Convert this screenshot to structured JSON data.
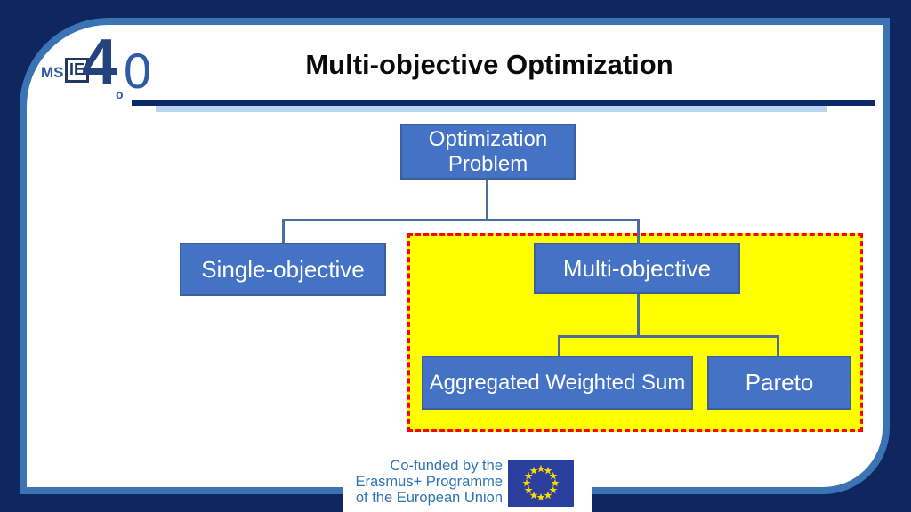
{
  "frame": {
    "background_color": "#10265e",
    "border_color": "#3a74b4"
  },
  "logo": {
    "ms": "MS",
    "ie": "IE",
    "four": "4",
    "sub_o": "o",
    "zero": "0"
  },
  "header": {
    "title": "Multi-objective Optimization",
    "underline_dark_color": "#0b2a6b",
    "underline_light_color": "#b9d5ee"
  },
  "diagram": {
    "type": "hierarchy",
    "root": "Optimization Problem",
    "children": [
      "Single-objective",
      "Multi-objective"
    ],
    "multi_children": [
      "Aggregated Weighted Sum",
      "Pareto"
    ],
    "highlight_fill": "#ffff00",
    "highlight_border": "#ff0000",
    "node_fill": "#4472c4",
    "node_border": "#3b5f9a",
    "node_text_color": "#ffffff",
    "connector_color": "#4a6da0"
  },
  "footer": {
    "credit_lines": [
      "Co-funded by the",
      "Erasmus+ Programme",
      "of the European Union"
    ],
    "text_color": "#2e74b5",
    "flag_icon": "eu-flag",
    "flag_blue": "#2b3f9e",
    "flag_star_color": "#ffd800"
  }
}
